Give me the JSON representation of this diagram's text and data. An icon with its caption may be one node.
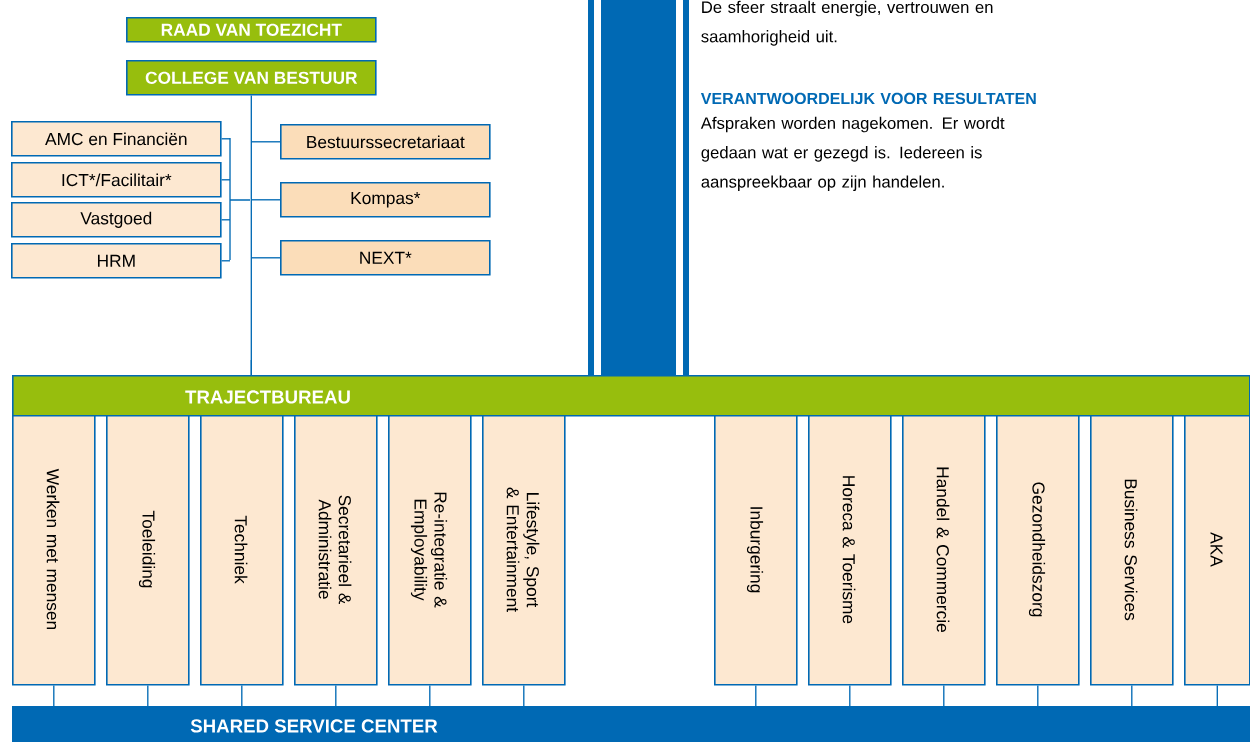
{
  "diagram": {
    "nodes": [
      {
        "text": [
          "RAAD VAN TOEZICHT"
        ]
      },
      {
        "text": [
          "COLLEGE VAN BESTUUR"
        ]
      },
      {
        "text": [
          "AMC en Financiën"
        ]
      },
      {
        "text": [
          "ICT*/Facilitair*"
        ]
      },
      {
        "text": [
          "Vastgoed"
        ]
      },
      {
        "text": [
          "HRM"
        ]
      },
      {
        "text": [
          "Bestuurssecretariaat"
        ]
      },
      {
        "text": [
          "Kompas*"
        ]
      },
      {
        "text": [
          "NEXT*"
        ]
      },
      {
        "text": [
          "TRAJECTBUREAU"
        ]
      },
      {
        "text": [
          "Werken met mensen"
        ]
      },
      {
        "text": [
          "Toeleiding"
        ]
      },
      {
        "text": [
          "Techniek"
        ]
      },
      {
        "text": [
          "Secretarieel & Administratie"
        ]
      },
      {
        "text": [
          "Re-integratie & Employability"
        ]
      },
      {
        "text": [
          "Lifestyle, Sport & Entertainment"
        ]
      },
      {
        "text": [
          "Inburgering"
        ]
      },
      {
        "text": [
          "Horeca & Toerisme"
        ]
      },
      {
        "text": [
          "Handel & Commercie"
        ]
      },
      {
        "text": [
          "Gezondheidszorg"
        ]
      },
      {
        "text": [
          "Business Services"
        ]
      },
      {
        "text": [
          "AKA"
        ]
      },
      {
        "text": [
          "SHARED SERVICE CENTER"
        ]
      }
    ],
    "edges": [
      {
        "from": 1,
        "to": 2,
        "arrow": "none"
      },
      {
        "from": 1,
        "to": 3,
        "arrow": "none"
      },
      {
        "from": 1,
        "to": 4,
        "arrow": "none"
      },
      {
        "from": 1,
        "to": 5,
        "arrow": "none"
      },
      {
        "from": 1,
        "to": 6,
        "arrow": "none"
      },
      {
        "from": 1,
        "to": 7,
        "arrow": "none"
      },
      {
        "from": 1,
        "to": 8,
        "arrow": "none"
      },
      {
        "from": 1,
        "to": 9,
        "arrow": "none"
      },
      {
        "from": 10,
        "to": 22,
        "arrow": "none"
      },
      {
        "from": 11,
        "to": 22,
        "arrow": "none"
      },
      {
        "from": 12,
        "to": 22,
        "arrow": "none"
      },
      {
        "from": 13,
        "to": 22,
        "arrow": "none"
      },
      {
        "from": 14,
        "to": 22,
        "arrow": "none"
      },
      {
        "from": 15,
        "to": 22,
        "arrow": "none"
      },
      {
        "from": 16,
        "to": 22,
        "arrow": "none"
      },
      {
        "from": 17,
        "to": 22,
        "arrow": "none"
      },
      {
        "from": 18,
        "to": 22,
        "arrow": "none"
      },
      {
        "from": 19,
        "to": 22,
        "arrow": "none"
      },
      {
        "from": 20,
        "to": 22,
        "arrow": "none"
      },
      {
        "from": 21,
        "to": 22,
        "arrow": "none"
      }
    ],
    "labels": [
      "De sfeer straalt energie, vertrouwen en saamhorigheid uit.",
      "VERANTWOORDELIJK VOOR RESULTATEN",
      "Afspraken worden nagekomen. Er wordt gedaan wat er gezegd is. Iedereen is aanspreekbaar op zijn handelen."
    ]
  }
}
